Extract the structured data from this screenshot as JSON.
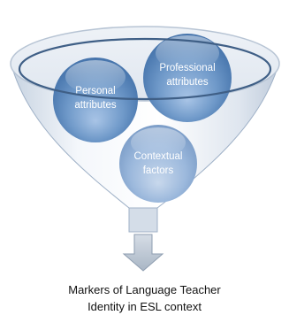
{
  "diagram": {
    "circles": [
      {
        "id": "personal",
        "line1": "Personal",
        "line2": "attributes"
      },
      {
        "id": "professional",
        "line1": "Professional",
        "line2": "attributes"
      },
      {
        "id": "contextual",
        "line1": "Contextual",
        "line2": "factors"
      }
    ],
    "output": {
      "line1": "Markers of Language Teacher",
      "line2": "Identity in ESL context"
    },
    "colors": {
      "funnel_light": "#f2f6fa",
      "funnel_dark": "#bccbdc",
      "funnel_outline": "#3f5f86",
      "circle_light": "#cfe0f3",
      "circle_mid": "#6f99c9",
      "circle_dark": "#3e6da6",
      "arrow": "#b7c2cf"
    }
  }
}
